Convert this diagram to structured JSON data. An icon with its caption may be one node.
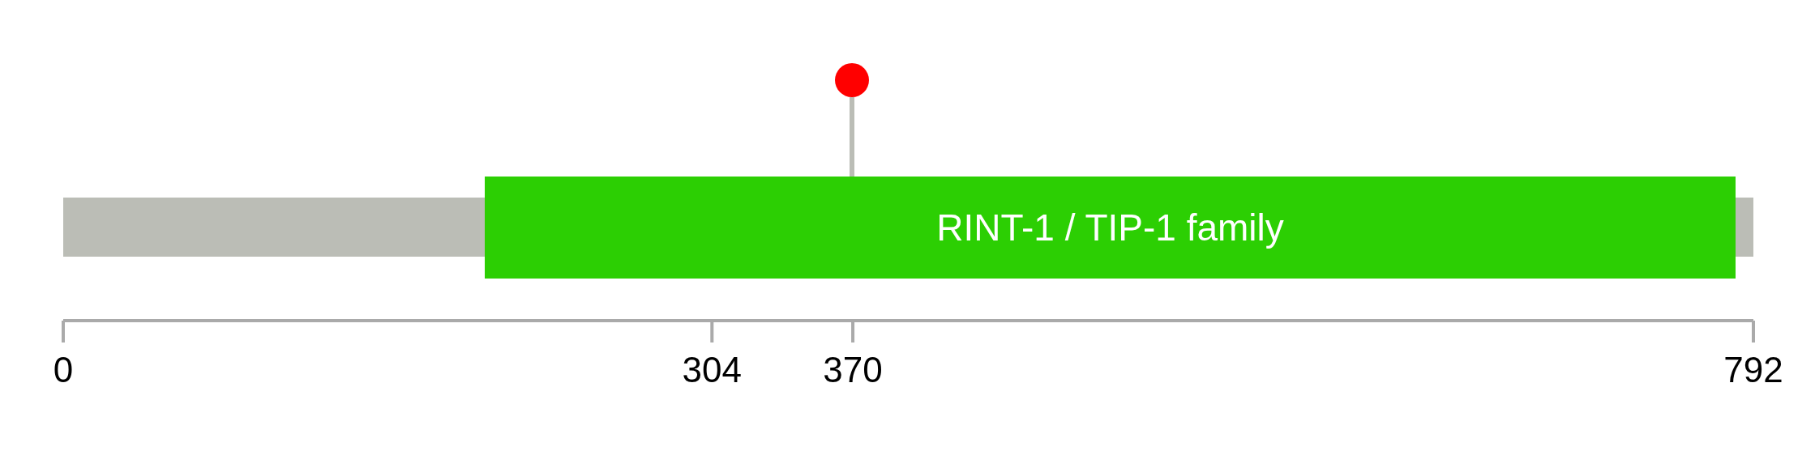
{
  "diagram": {
    "nodes": [
      {
        "text": [
          "RINT-1 / TIP-1 family"
        ]
      },
      {
        "text": [],
        "shape": "circle"
      }
    ],
    "edges": [
      {
        "from": 1,
        "to": 0,
        "arrow": "none"
      }
    ],
    "labels": [
      "0",
      "304",
      "370",
      "792"
    ]
  }
}
